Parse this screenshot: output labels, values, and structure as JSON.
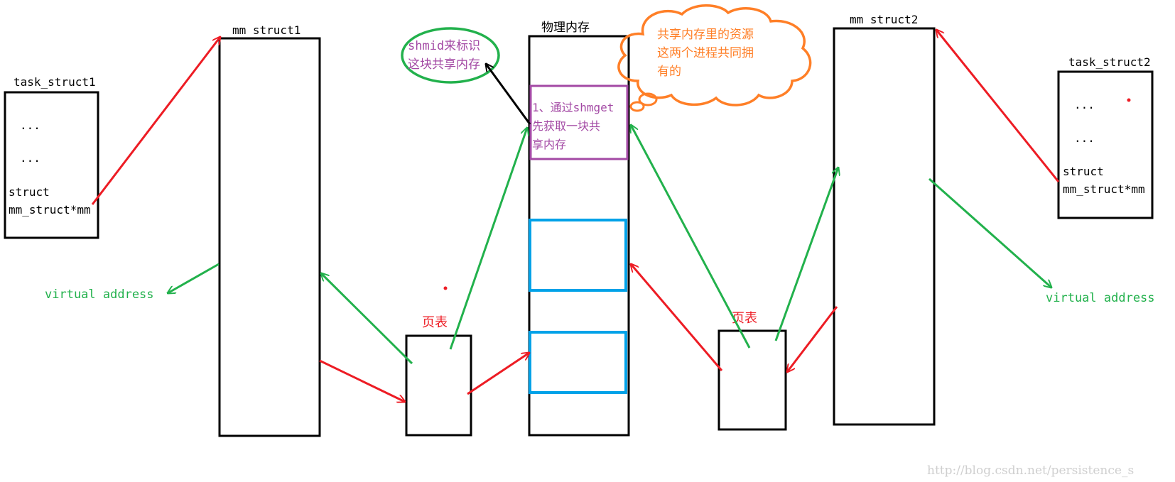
{
  "colors": {
    "box": "#000000",
    "red_arrow": "#ed1c24",
    "green_arrow": "#22b14c",
    "shm_box": "#a349a4",
    "page_box": "#00a2e8",
    "cloud": "#ff7f27",
    "ellipse": "#22b14c"
  },
  "task1": {
    "title": "task_struct1",
    "dots1": "...",
    "dots2": "...",
    "field_line1": "struct",
    "field_line2": "mm_struct*mm"
  },
  "task2": {
    "title": "task_struct2",
    "dots1": "...",
    "dots2": "...",
    "field_line1": "struct",
    "field_line2": "mm_struct*mm"
  },
  "mm1": {
    "title": "mm struct1"
  },
  "mm2": {
    "title": "mm struct2"
  },
  "phys": {
    "title": "物理内存"
  },
  "shm_box": {
    "line1": "1、通过shmget",
    "line2": "先获取一块共",
    "line3": "享内存"
  },
  "shmid_note": {
    "line1": "shmid来标识",
    "line2": "这块共享内存"
  },
  "cloud_note": {
    "line1": "共享内存里的资源",
    "line2": "这两个进程共同拥",
    "line3": "有的"
  },
  "page_table_left": {
    "label": "页表"
  },
  "page_table_right": {
    "label": "页表"
  },
  "virtual_left": {
    "label": "virtual address"
  },
  "virtual_right": {
    "label": "virtual address"
  },
  "watermark": "http://blog.csdn.net/persistence_s"
}
